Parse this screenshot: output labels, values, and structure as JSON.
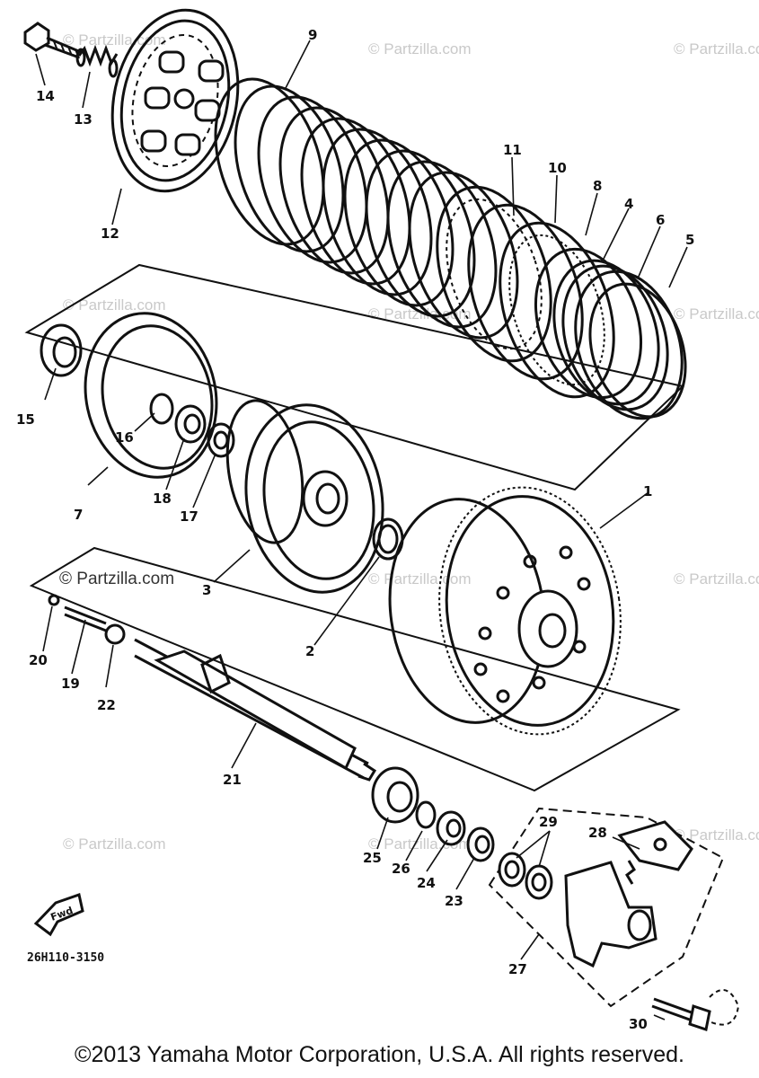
{
  "watermark": "© Partzilla.com",
  "drawing_code": "26H110-3150",
  "fwd_label": "Fwd",
  "copyright": "©2013 Yamaha Motor Corporation, U.S.A. All rights reserved.",
  "part_labels": [
    "1",
    "2",
    "3",
    "4",
    "5",
    "6",
    "7",
    "8",
    "9",
    "10",
    "11",
    "12",
    "13",
    "14",
    "15",
    "16",
    "17",
    "18",
    "19",
    "20",
    "21",
    "22",
    "23",
    "24",
    "25",
    "26",
    "27",
    "28",
    "29",
    "30"
  ]
}
